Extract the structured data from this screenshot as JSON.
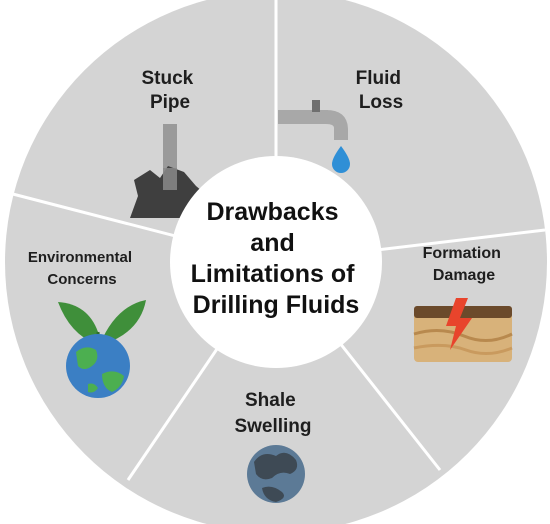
{
  "center": {
    "lines": [
      "Drawbacks",
      "and",
      "Limitations of",
      "Drilling Fluids"
    ]
  },
  "segments": [
    {
      "id": "stuck-pipe",
      "lines": [
        "Stuck",
        "Pipe"
      ],
      "icon": "stuck-pipe-icon"
    },
    {
      "id": "fluid-loss",
      "lines": [
        "Fluid",
        "Loss"
      ],
      "icon": "leaking-faucet-icon"
    },
    {
      "id": "formation-damage",
      "lines": [
        "Formation",
        "Damage"
      ],
      "icon": "cracked-rock-layer-icon"
    },
    {
      "id": "shale-swelling",
      "lines": [
        "Shale",
        "Swelling"
      ],
      "icon": "shale-rock-icon"
    },
    {
      "id": "environmental-concerns",
      "lines": [
        "Environmental",
        "Concerns"
      ],
      "icon": "earth-with-leaves-icon"
    }
  ],
  "colors": {
    "ring": "#d4d4d4",
    "divider": "#ffffff",
    "center_fill": "#ffffff",
    "pipe_gray": "#9a9a9a",
    "rock_dark": "#3f3f3f",
    "water_drop": "#2f8fd6",
    "sediment_tan": "#d8b27a",
    "lightning": "#e8442c",
    "ocean_blue": "#3b7fc4",
    "land_green": "#4caf50",
    "leaf_green": "#3f8f3a"
  }
}
